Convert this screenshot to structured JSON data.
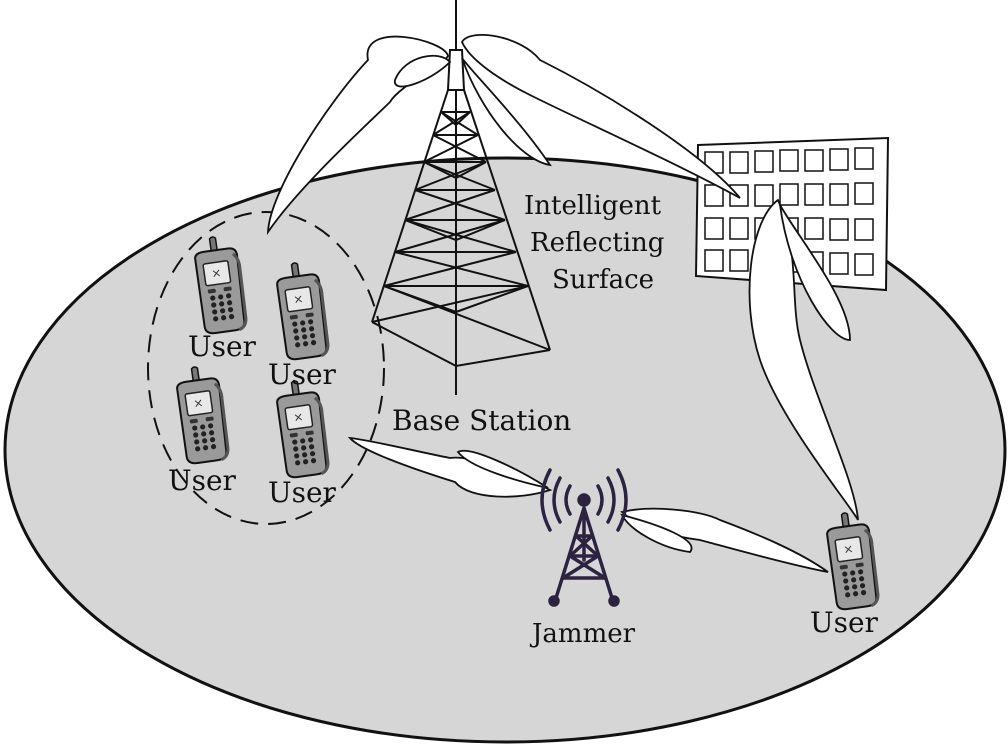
{
  "labels": {
    "base_station": "Base Station",
    "irs_line1": "Intelligent",
    "irs_line2": "Reflecting",
    "irs_line3": "Surface",
    "jammer": "Jammer",
    "user": "User"
  },
  "colors": {
    "ground": "#d6d6d6",
    "stroke": "#111111",
    "beam_fill": "#ffffff",
    "phone_body": "#9a9a9a",
    "jammer": "#2b2340"
  },
  "icons": [
    "cell-tower-icon",
    "irs-panel-icon",
    "jammer-tower-icon",
    "mobile-phone-icon"
  ]
}
